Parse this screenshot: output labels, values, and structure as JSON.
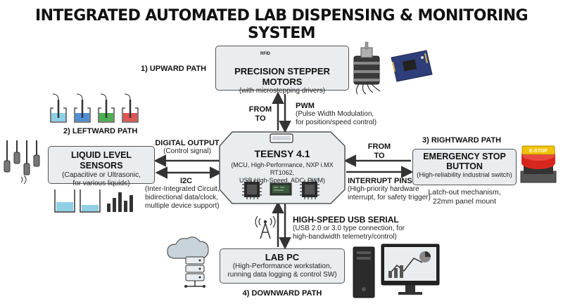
{
  "title": "INTEGRATED AUTOMATED LAB DISPENSING & MONITORING SYSTEM",
  "top": {
    "path_label": "1) UPWARD PATH",
    "box_title": "PRECISION STEPPER MOTORS",
    "box_sub": "(with microstepping drivers)",
    "rfid_label": "RFID"
  },
  "center": {
    "title": "TEENSY 4.1",
    "sub1": "(MCU, High-Performance, NXP i.MX RT1062,",
    "sub2": "USB High-Speed, ADC, PWM)"
  },
  "left": {
    "path_label": "2) LEFTWARD PATH",
    "box_title": "LIQUID LEVEL SENSORS",
    "box_sub1": "(Capacitive or Ultrasonic,",
    "box_sub2": "for various liquids)",
    "digital_label": "DIGITAL OUTPUT",
    "digital_sub": "(Control signal)",
    "i2c_label": "I2C",
    "i2c_sub1": "(Inter-Integrated Circuit,",
    "i2c_sub2": "bidirectional data/clock,",
    "i2c_sub3": "multiple device support)"
  },
  "right": {
    "path_label": "3) RIGHTWARD PATH",
    "box_title1": "EMERGENCY STOP",
    "box_title2": "BUTTON",
    "box_sub": "(High-reliability industrial switch)",
    "from_label1": "FROM",
    "from_label2": "TO",
    "interrupt_label": "INTERRUPT PINS",
    "interrupt_sub1": "(High-priority hardware",
    "interrupt_sub2": "interrupt, for safety trigger)",
    "latch1": "Latch-out mechanism,",
    "latch2": "22mm panel mount",
    "estop_label": "E-STOP"
  },
  "vertical": {
    "from_label1": "FROM",
    "from_label2": "TO",
    "pwm_label": "PWM",
    "pwm_sub1": "(Pulse Width Modulation,",
    "pwm_sub2": "for position/speed control)"
  },
  "bottom": {
    "usb_label": "HIGH-SPEED USB SERIAL",
    "usb_sub1": "(USB 2.0 or 3.0 type connection, for",
    "usb_sub2": "high-bandwidth telemetry/control)",
    "box_title": "LAB PC",
    "box_sub1": "(High-Performance workstation,",
    "box_sub2": "running data logging & control SW)",
    "path_label": "4) DOWNWARD PATH"
  },
  "colors": {
    "box_fill": "#e9edf0",
    "box_border": "#555555",
    "arrow": "#333333",
    "beaker_blue": "#4f8fd6",
    "beaker_green": "#4caf50",
    "beaker_red": "#e05555",
    "beaker_cyan": "#8fd0e6",
    "estop_red": "#d7261e",
    "estop_yellow": "#f2c200"
  }
}
